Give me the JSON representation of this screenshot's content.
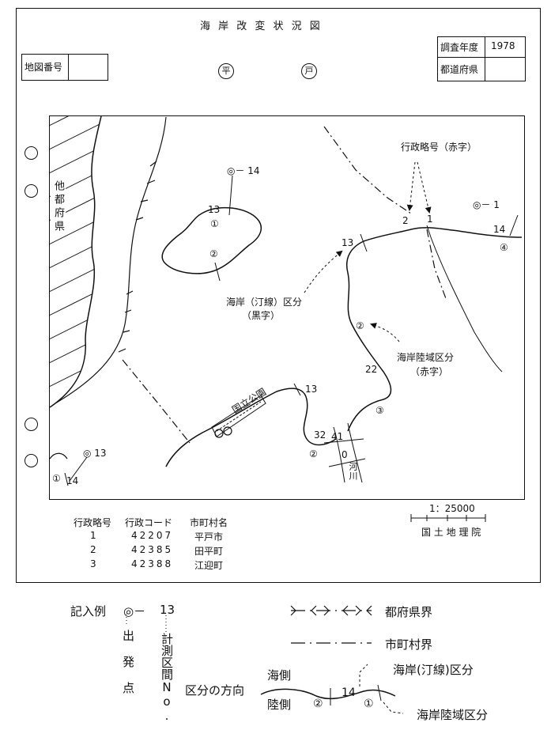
{
  "header": {
    "title": "海 岸 改 変 状 況 図",
    "map_number_label": "地図番号",
    "map_number_value": "",
    "survey_year_label": "調査年度",
    "survey_year_value": "1978",
    "prefecture_label": "都道府県",
    "prefecture_value": "",
    "map_name_left": "平",
    "map_name_right": "戸"
  },
  "map": {
    "other_prefecture_label": "他都府県",
    "admin_abbrev_label": "行政略号（赤字）",
    "shoreline_division_label": "海岸（汀線）区分",
    "shoreline_division_color": "（黒字）",
    "land_zone_label": "海岸陸域区分",
    "land_zone_color": "（赤字）",
    "park_label": "国立公園",
    "river_label": "河川",
    "start_marker_1": "◎－ 14",
    "start_marker_2": "◎－ 1",
    "start_marker_3": "◎ 13",
    "numbers": {
      "n13a": "13",
      "n1a": "①",
      "n2a": "②",
      "n2": "2",
      "n1": "1",
      "n14": "14",
      "n4": "④",
      "n13b": "13",
      "n2b": "②",
      "n22": "22",
      "n13c": "13",
      "n3": "③",
      "n32": "32",
      "n41": "41",
      "n2c": "②",
      "n0": "0",
      "n1b": "①",
      "n14b": "14"
    },
    "scale": "1：25000",
    "publisher": "国 土 地 理 院"
  },
  "admin_table": {
    "headers": [
      "行政略号",
      "行政コード",
      "市町村名"
    ],
    "rows": [
      [
        "1",
        "42207",
        "平戸市"
      ],
      [
        "2",
        "42385",
        "田平町"
      ],
      [
        "3",
        "42388",
        "江迎町"
      ]
    ]
  },
  "legend": {
    "example_label": "記入例",
    "start_symbol": "◎－",
    "start_caption": "出発点",
    "section_number": "13",
    "section_caption": "計測区間No.",
    "prefecture_boundary": "都府県界",
    "municipal_boundary": "市町村界",
    "direction_label": "区分の方向",
    "sea_side": "海側",
    "land_side": "陸側",
    "ex_2": "②",
    "ex_14": "14",
    "ex_1": "①",
    "shore_div": "海岸(汀線)区分",
    "land_div": "海岸陸域区分"
  }
}
